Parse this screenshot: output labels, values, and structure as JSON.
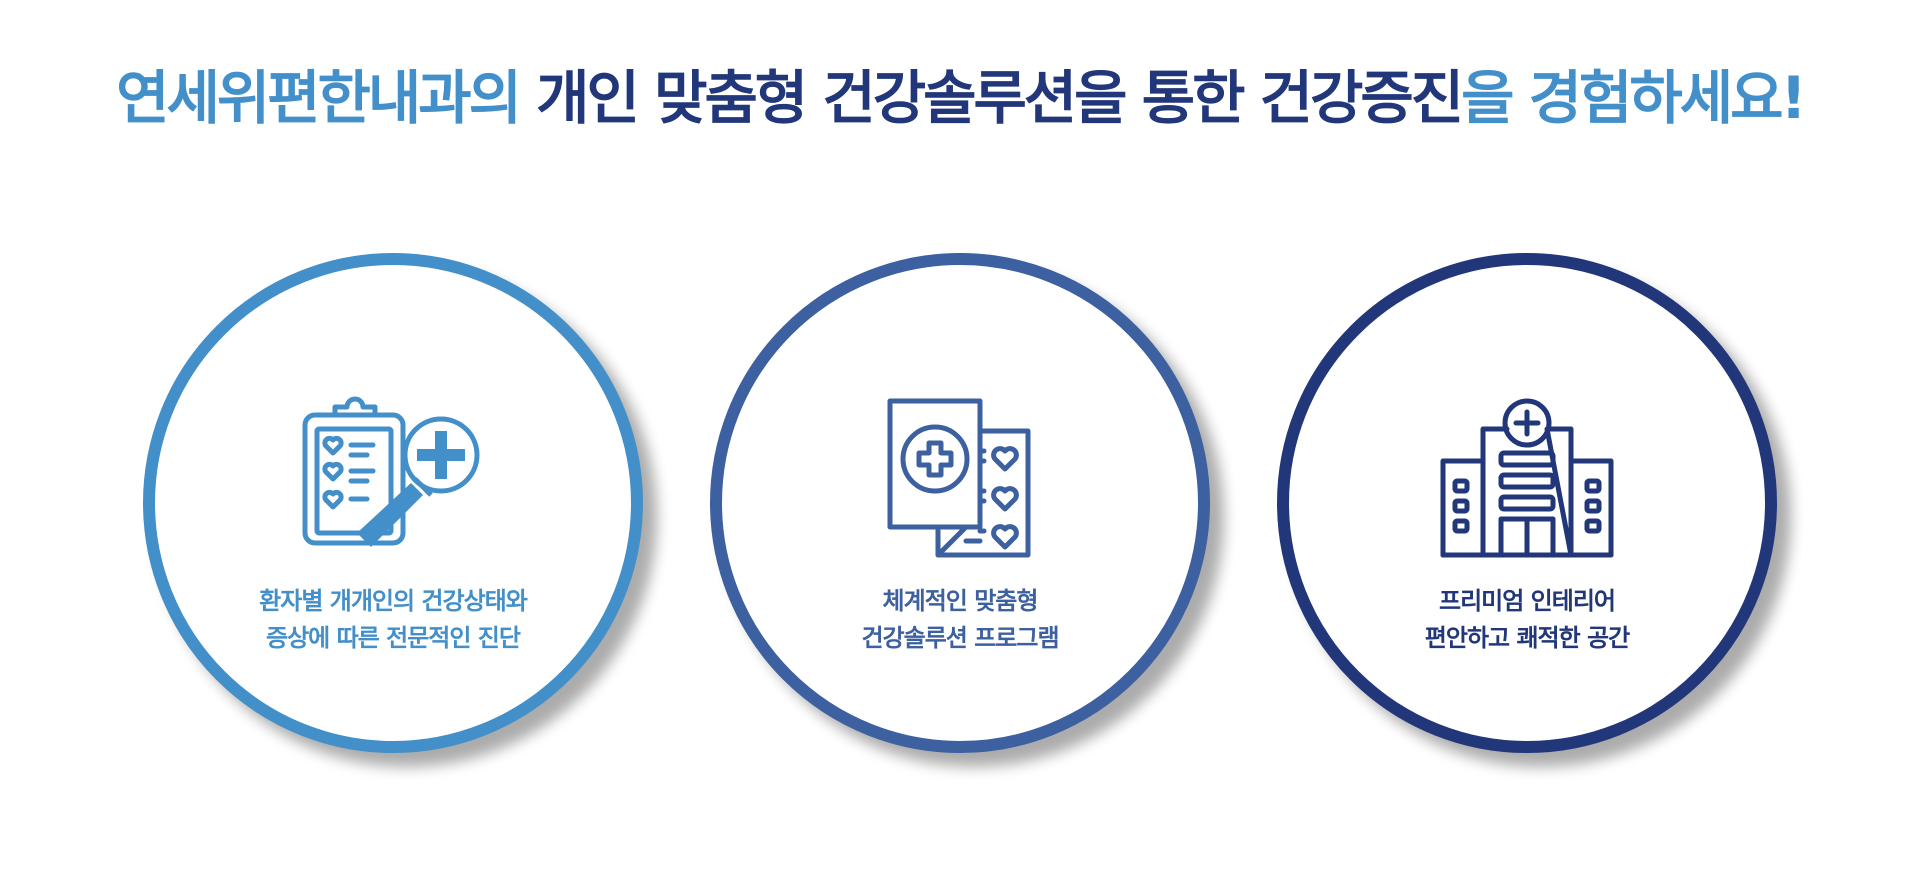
{
  "headline": {
    "part1": "연세위편한내과의",
    "part2": " 개인 맞춤형 건강솔루션을 통한 건강증진",
    "part3": "을 경험하세요!"
  },
  "colors": {
    "light_blue": "#438fc9",
    "mid_blue": "#3c60a0",
    "navy": "#22377a"
  },
  "cards": [
    {
      "icon": "clipboard-magnifier-plus-icon",
      "line1": "환자별 개개인의 건강상태와",
      "line2": "증상에 따른 전문적인 진단",
      "color": "#438fc9"
    },
    {
      "icon": "medical-documents-hearts-icon",
      "line1": "체계적인 맞춤형",
      "line2": "건강솔루션 프로그램",
      "color": "#3c60a0"
    },
    {
      "icon": "hospital-building-icon",
      "line1": "프리미엄 인테리어",
      "line2": "편안하고 쾌적한 공간",
      "color": "#22377a"
    }
  ]
}
